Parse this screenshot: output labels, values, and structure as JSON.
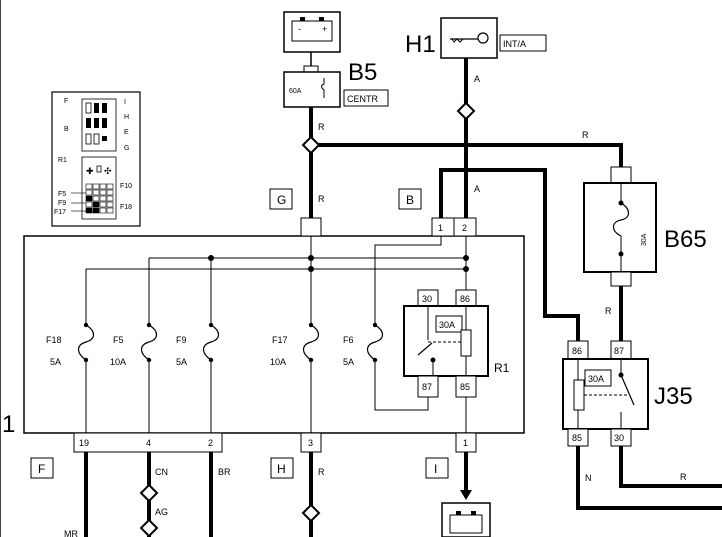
{
  "components": {
    "battery": {
      "minus": "-",
      "plus": "+"
    },
    "b5": {
      "name": "B5",
      "tag": "CENTR",
      "fuse": "60A"
    },
    "h1": {
      "name": "H1",
      "tag": "INT/A"
    },
    "b65": {
      "name": "B65",
      "fuse": "30A"
    },
    "j35": {
      "name": "J35",
      "relay": "30A",
      "pins": [
        "86",
        "87",
        "85",
        "30"
      ]
    },
    "r1": {
      "name": "R1",
      "relay": "30A",
      "pins": [
        "30",
        "86",
        "87",
        "85"
      ]
    },
    "unit_1": {
      "name": "1"
    }
  },
  "connectors": [
    "G",
    "B",
    "F",
    "H",
    "I"
  ],
  "fuses": [
    {
      "name": "F18",
      "rating": "5A"
    },
    {
      "name": "F5",
      "rating": "10A"
    },
    {
      "name": "F9",
      "rating": "5A"
    },
    {
      "name": "F17",
      "rating": "10A"
    },
    {
      "name": "F6",
      "rating": "5A"
    }
  ],
  "pins_top": [
    "1",
    "2"
  ],
  "pins_bottom": [
    "19",
    "4",
    "2",
    "3",
    "1"
  ],
  "wire_labels": {
    "r_b5": "R",
    "a_h1": "A",
    "r_top": "R",
    "r_g": "R",
    "a_b": "A",
    "r_b65": "R",
    "r_out": "R",
    "n": "N",
    "cn": "CN",
    "ag": "AG",
    "br": "BR",
    "r_h": "R",
    "mr": "MR"
  },
  "inset": {
    "top_labels": [
      "F",
      "I",
      "H",
      "B",
      "E",
      "G"
    ],
    "bottom_labels": [
      "R1",
      "F5",
      "F9",
      "F17",
      "F10",
      "F18"
    ]
  },
  "colors": {
    "line": "#000000",
    "background": "#ffffff"
  }
}
